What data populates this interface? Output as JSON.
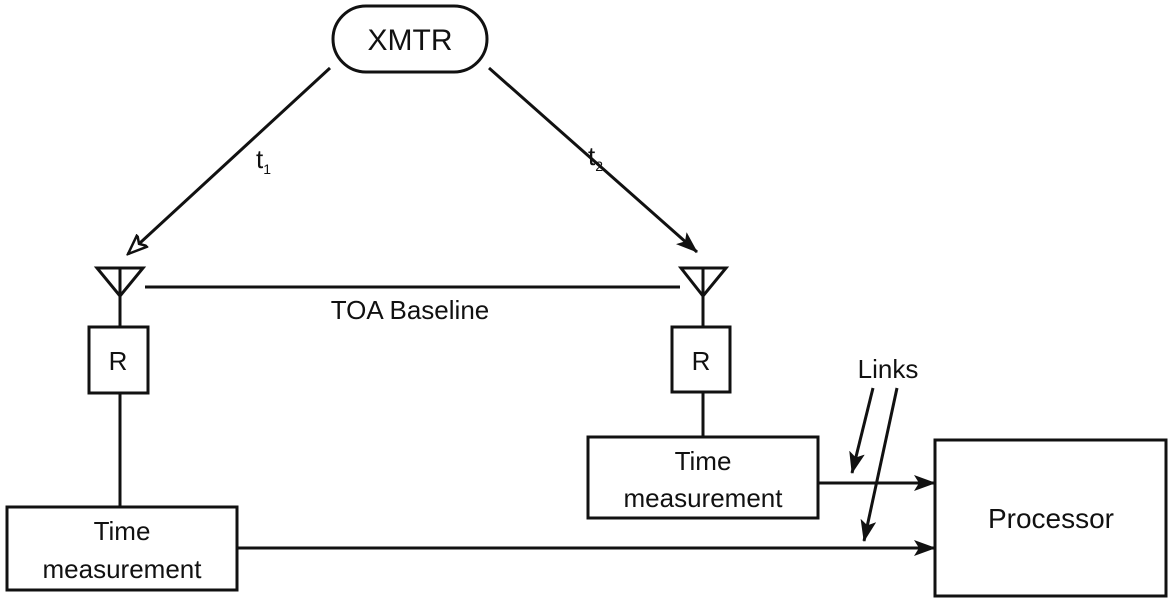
{
  "diagram": {
    "transmitter": {
      "label": "XMTR"
    },
    "path_left": {
      "label_main": "t",
      "label_sub": "1"
    },
    "path_right": {
      "label_main": "t",
      "label_sub": "2"
    },
    "baseline": {
      "label": "TOA Baseline"
    },
    "receiver_left": {
      "label": "R"
    },
    "receiver_right": {
      "label": "R"
    },
    "time_measurement_left": {
      "line1": "Time",
      "line2": "measurement"
    },
    "time_measurement_right": {
      "line1": "Time",
      "line2": "measurement"
    },
    "links": {
      "label": "Links"
    },
    "processor": {
      "label": "Processor"
    },
    "colors": {
      "stroke": "#111111",
      "background": "#ffffff"
    }
  }
}
